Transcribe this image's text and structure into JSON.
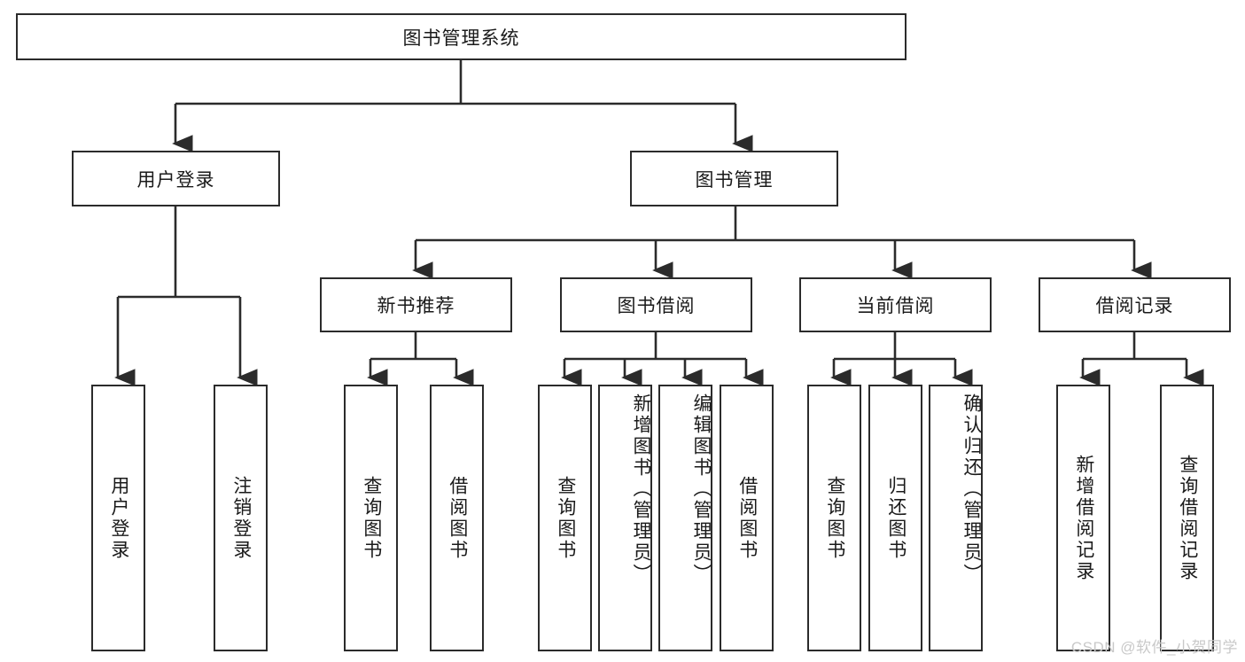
{
  "diagram": {
    "type": "tree",
    "title": "图书管理系统",
    "root": {
      "id": "root",
      "label": "图书管理系统",
      "orientation": "horizontal"
    },
    "level2": [
      {
        "id": "user-login",
        "label": "用户登录",
        "orientation": "horizontal"
      },
      {
        "id": "book-manage",
        "label": "图书管理",
        "orientation": "horizontal"
      }
    ],
    "level3": [
      {
        "id": "new-book-recommend",
        "label": "新书推荐",
        "orientation": "horizontal",
        "parent": "book-manage"
      },
      {
        "id": "book-borrow",
        "label": "图书借阅",
        "orientation": "horizontal",
        "parent": "book-manage"
      },
      {
        "id": "current-borrow",
        "label": "当前借阅",
        "orientation": "horizontal",
        "parent": "book-manage"
      },
      {
        "id": "borrow-record",
        "label": "借阅记录",
        "orientation": "horizontal",
        "parent": "book-manage"
      }
    ],
    "leaves": [
      {
        "id": "leaf-user-login",
        "label": "用户登录",
        "parent": "user-login",
        "orientation": "vertical"
      },
      {
        "id": "leaf-user-logout",
        "label": "注销登录",
        "parent": "user-login",
        "orientation": "vertical"
      },
      {
        "id": "leaf-query-book-1",
        "label": "查询图书",
        "parent": "new-book-recommend",
        "orientation": "vertical"
      },
      {
        "id": "leaf-borrow-book-1",
        "label": "借阅图书",
        "parent": "new-book-recommend",
        "orientation": "vertical"
      },
      {
        "id": "leaf-query-book-2",
        "label": "查询图书",
        "parent": "book-borrow",
        "orientation": "vertical"
      },
      {
        "id": "leaf-add-book",
        "label": "新增图书（管理员）",
        "parent": "book-borrow",
        "orientation": "vertical"
      },
      {
        "id": "leaf-edit-book",
        "label": "编辑图书（管理员）",
        "parent": "book-borrow",
        "orientation": "vertical"
      },
      {
        "id": "leaf-borrow-book-2",
        "label": "借阅图书",
        "parent": "book-borrow",
        "orientation": "vertical"
      },
      {
        "id": "leaf-query-book-3",
        "label": "查询图书",
        "parent": "current-borrow",
        "orientation": "vertical"
      },
      {
        "id": "leaf-return-book",
        "label": "归还图书",
        "parent": "current-borrow",
        "orientation": "vertical"
      },
      {
        "id": "leaf-confirm-return",
        "label": "确认归还（管理员）",
        "parent": "current-borrow",
        "orientation": "vertical"
      },
      {
        "id": "leaf-add-record",
        "label": "新增借阅记录",
        "parent": "borrow-record",
        "orientation": "vertical"
      },
      {
        "id": "leaf-query-record",
        "label": "查询借阅记录",
        "parent": "borrow-record",
        "orientation": "vertical"
      }
    ],
    "colors": {
      "stroke": "#2b2b2b",
      "fill": "#ffffff",
      "text": "#1a1a1a",
      "watermark": "#c9c9c9"
    }
  },
  "watermark": {
    "text": "CSDN @软件_小贺同学"
  }
}
